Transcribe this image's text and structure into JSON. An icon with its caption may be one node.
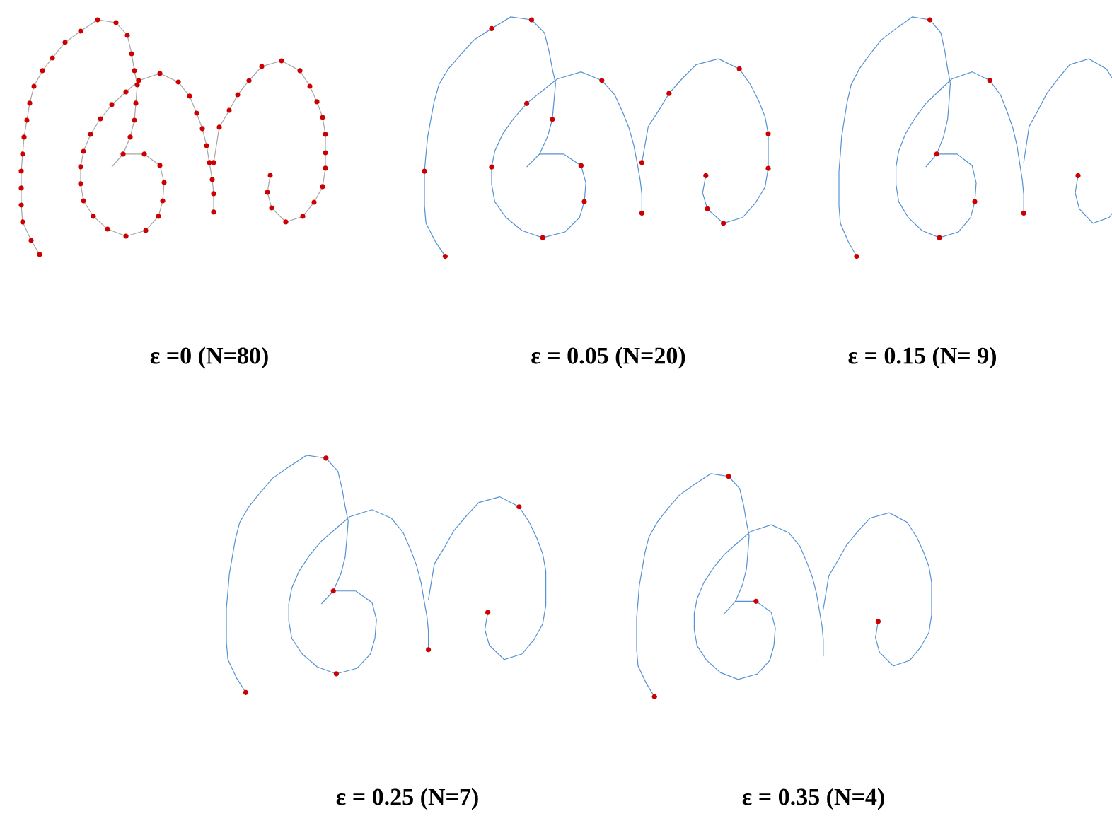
{
  "diagram": {
    "labels": [
      "ε =0 (N=80)",
      "ε = 0.05 (N=20)",
      "ε = 0.15 (N= 9)",
      "ε = 0.25 (N=7)",
      "ε = 0.35 (N=4)"
    ]
  }
}
